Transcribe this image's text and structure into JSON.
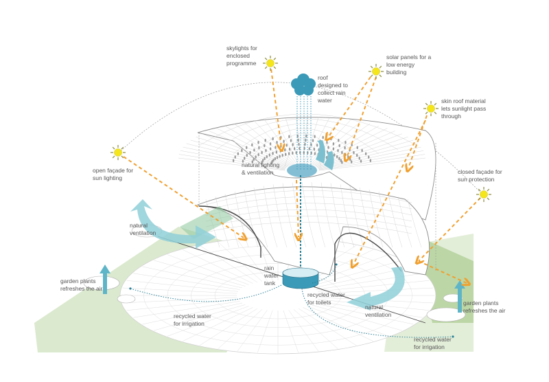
{
  "title": "Sustainable strategies diagram",
  "colors": {
    "sun_fill": "#f4e61b",
    "sun_rays": "#8a8a3a",
    "sunlight_ray": "#f0a030",
    "water": "#3a9ab8",
    "water_light": "#8fcbdc",
    "airflow": "#8fcfd8",
    "garden": "#dbe9cf",
    "garden_dark": "#b7d3a0",
    "linework": "#9a9a9a",
    "text": "#555555"
  },
  "labels": {
    "skylights": "skylights for\nenclosed\nprogramme",
    "roof_rain": "roof\ndesigned to\ncollect rain\nwater",
    "solar_panels": "solar panels for a\nlow energy\nbuilding",
    "skin_roof": "skin roof material\nlets sunlight pass\nthrough",
    "open_facade": "open façade for\nsun lighting",
    "natural_lighting": "natural lighting\n& ventilation",
    "closed_facade": "closed façade for\nsun protection",
    "natural_ventilation_left": "natural\nventilation",
    "rain_tank": "rain\nwater\ntank",
    "recycled_toilets": "recycled water\nfor toilets",
    "natural_ventilation_right": "natural\nventilation",
    "garden_left": "garden plants\nrefreshes the air",
    "garden_right": "garden plants\nrefreshes the air",
    "irrigation_left": "recycled water\nfor irrigation",
    "irrigation_right": "recycled water\nfor irrigation"
  },
  "icons": {
    "sun": "sun-icon",
    "cloud": "rain-cloud-icon",
    "tank": "water-tank-icon",
    "airflow": "airflow-arrow-icon"
  }
}
